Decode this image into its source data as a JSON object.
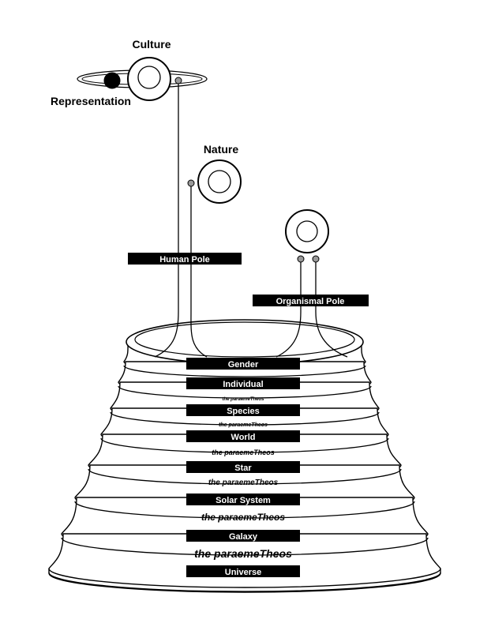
{
  "labels": {
    "culture": "Culture",
    "representation": "Representation",
    "nature": "Nature",
    "human_pole": "Human Pole",
    "organismal_pole": "Organismal Pole"
  },
  "tiers": [
    {
      "label": "Gender"
    },
    {
      "label": "Individual"
    },
    {
      "label": "Species"
    },
    {
      "label": "World"
    },
    {
      "label": "Star"
    },
    {
      "label": "Solar System"
    },
    {
      "label": "Galaxy"
    },
    {
      "label": "Universe"
    }
  ],
  "between_text": [
    "the paraemeTheos",
    "the paraemeTheos",
    "the paraemeTheos",
    "the paraemeTheos",
    "the paraemeTheos",
    "the paraemeTheos"
  ],
  "colors": {
    "ink": "#000000",
    "paper": "#ffffff"
  }
}
